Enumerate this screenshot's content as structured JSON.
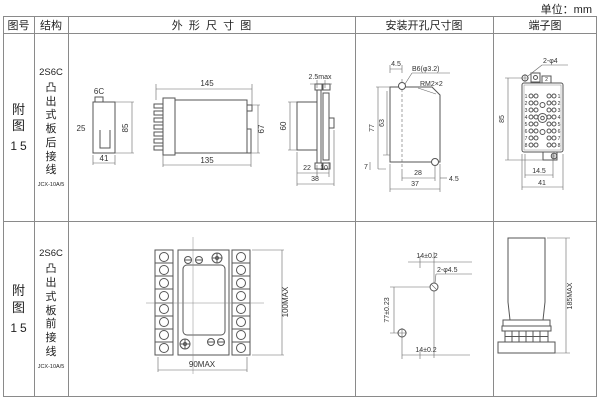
{
  "unit_label": "单位：mm",
  "header": {
    "fig_no": "图号",
    "structure": "结构",
    "outline": "外  形  尺  寸  图",
    "mounting": "安装开孔尺寸图",
    "terminal": "端子图"
  },
  "rows": [
    {
      "fig_label": "附图",
      "fig_num": "15",
      "model": "2S6C",
      "structure_text": "凸出式板后接线",
      "type_code": "JCX-10A/5",
      "outline": {
        "side_view": {
          "top": "6C",
          "left": "25",
          "height": "85",
          "width": "41"
        },
        "front_view": {
          "top": "145",
          "bottom": "135",
          "right": "67"
        },
        "panel_view": {
          "top": "2.5max",
          "left": "60",
          "dim1": "22",
          "dim2": "10",
          "dim3": "38"
        }
      },
      "mounting": {
        "offset_top": "4.5",
        "hole_label": "B6(φ3.2)",
        "thread_label": "RM2×2",
        "h_outer": "77",
        "h_inner": "63",
        "h_bottom": "7",
        "w_inner": "28",
        "w_outer": "37",
        "offset_right": "4.5"
      },
      "terminal": {
        "hole_label": "2-φ4",
        "height": "85",
        "pitch": "14.5",
        "width": "41",
        "tab_num": "2",
        "left_nums": [
          "1",
          "2",
          "3",
          "4",
          "5",
          "6",
          "7",
          "8"
        ],
        "right_nums": [
          "1",
          "2",
          "3",
          "4",
          "5",
          "6",
          "7",
          "8"
        ]
      }
    },
    {
      "fig_label": "附图",
      "fig_num": "15",
      "model": "2S6C",
      "structure_text": "凸出式板前接线",
      "type_code": "JCX-10A/5",
      "outline": {
        "width": "90MAX",
        "height": "100MAX"
      },
      "mounting": {
        "top": "14±0.2",
        "hole_label": "2-φ4.5",
        "left": "77±0.23",
        "bottom": "14±0.2"
      },
      "terminal": {
        "height": "185MAX"
      }
    }
  ]
}
